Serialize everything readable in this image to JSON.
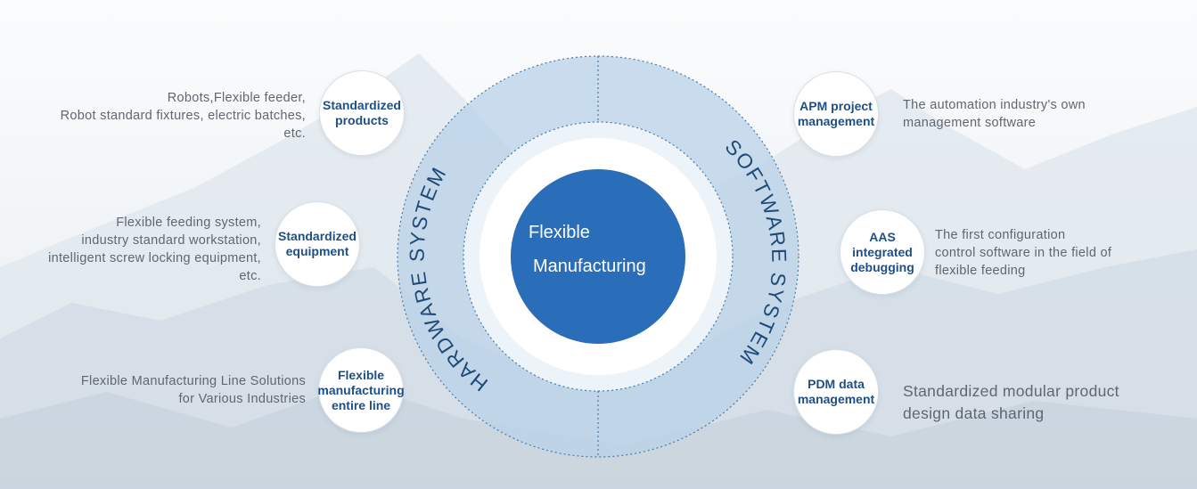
{
  "center": {
    "line1": "Flexible",
    "line2": "Manufacturing"
  },
  "ring": {
    "left_label": "HARDWARE SYSTEM",
    "right_label": "SOFTWARE SYSTEM"
  },
  "hardware": [
    {
      "label": "Standardized\nproducts",
      "description": "Robots,Flexible feeder,\nRobot standard fixtures, electric batches,\netc."
    },
    {
      "label": "Standardized\nequipment",
      "description": "Flexible feeding system,\nindustry standard workstation,\nintelligent screw locking equipment,\netc."
    },
    {
      "label": "Flexible\nmanufacturing\nentire line",
      "description": "Flexible Manufacturing Line Solutions\nfor Various Industries"
    }
  ],
  "software": [
    {
      "label": "APM project\nmanagement",
      "description": "The automation industry's own\nmanagement software"
    },
    {
      "label": "AAS integrated\ndebugging",
      "description": "The first configuration\ncontrol software in the field of\nflexible feeding"
    },
    {
      "label": "PDM data\nmanagement",
      "description": "Standardized modular product\ndesign data sharing"
    }
  ],
  "colors": {
    "center": "#2a6db8",
    "ring": "#b9d1e8",
    "node_text": "#1e4f86",
    "desc_text": "#5f6770"
  }
}
